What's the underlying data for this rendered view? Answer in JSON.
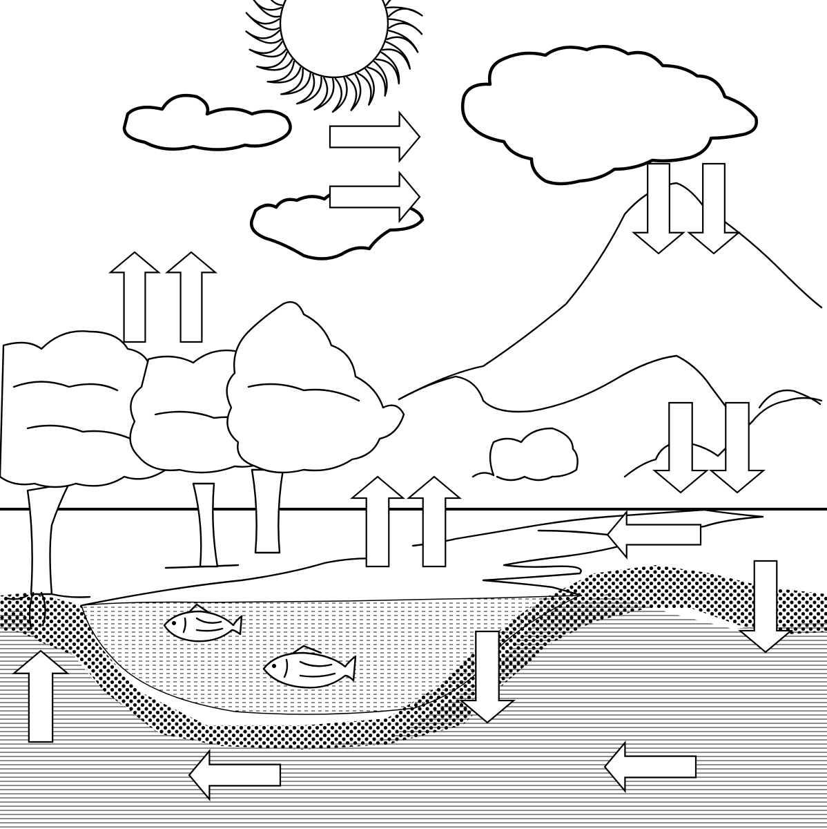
{
  "diagram": {
    "type": "water-cycle-illustration",
    "colors": {
      "ink": "#000000",
      "paper": "#ffffff"
    },
    "arrows": [
      {
        "name": "arrow-sun-right-upper",
        "direction": "right"
      },
      {
        "name": "arrow-sun-right-lower",
        "direction": "right"
      },
      {
        "name": "arrow-cloud-down-left",
        "direction": "down"
      },
      {
        "name": "arrow-cloud-down-right",
        "direction": "down"
      },
      {
        "name": "arrow-trees-up-left",
        "direction": "up"
      },
      {
        "name": "arrow-trees-up-right",
        "direction": "up"
      },
      {
        "name": "arrow-hills-down-left",
        "direction": "down"
      },
      {
        "name": "arrow-hills-down-right",
        "direction": "down"
      },
      {
        "name": "arrow-lake-up-left",
        "direction": "up"
      },
      {
        "name": "arrow-lake-up-right",
        "direction": "up"
      },
      {
        "name": "arrow-river-left",
        "direction": "left"
      },
      {
        "name": "arrow-soil-down-right",
        "direction": "down"
      },
      {
        "name": "arrow-soil-down-middle",
        "direction": "down"
      },
      {
        "name": "arrow-roots-up",
        "direction": "up"
      },
      {
        "name": "arrow-groundwater-left-1",
        "direction": "left"
      },
      {
        "name": "arrow-groundwater-left-2",
        "direction": "left"
      }
    ]
  }
}
